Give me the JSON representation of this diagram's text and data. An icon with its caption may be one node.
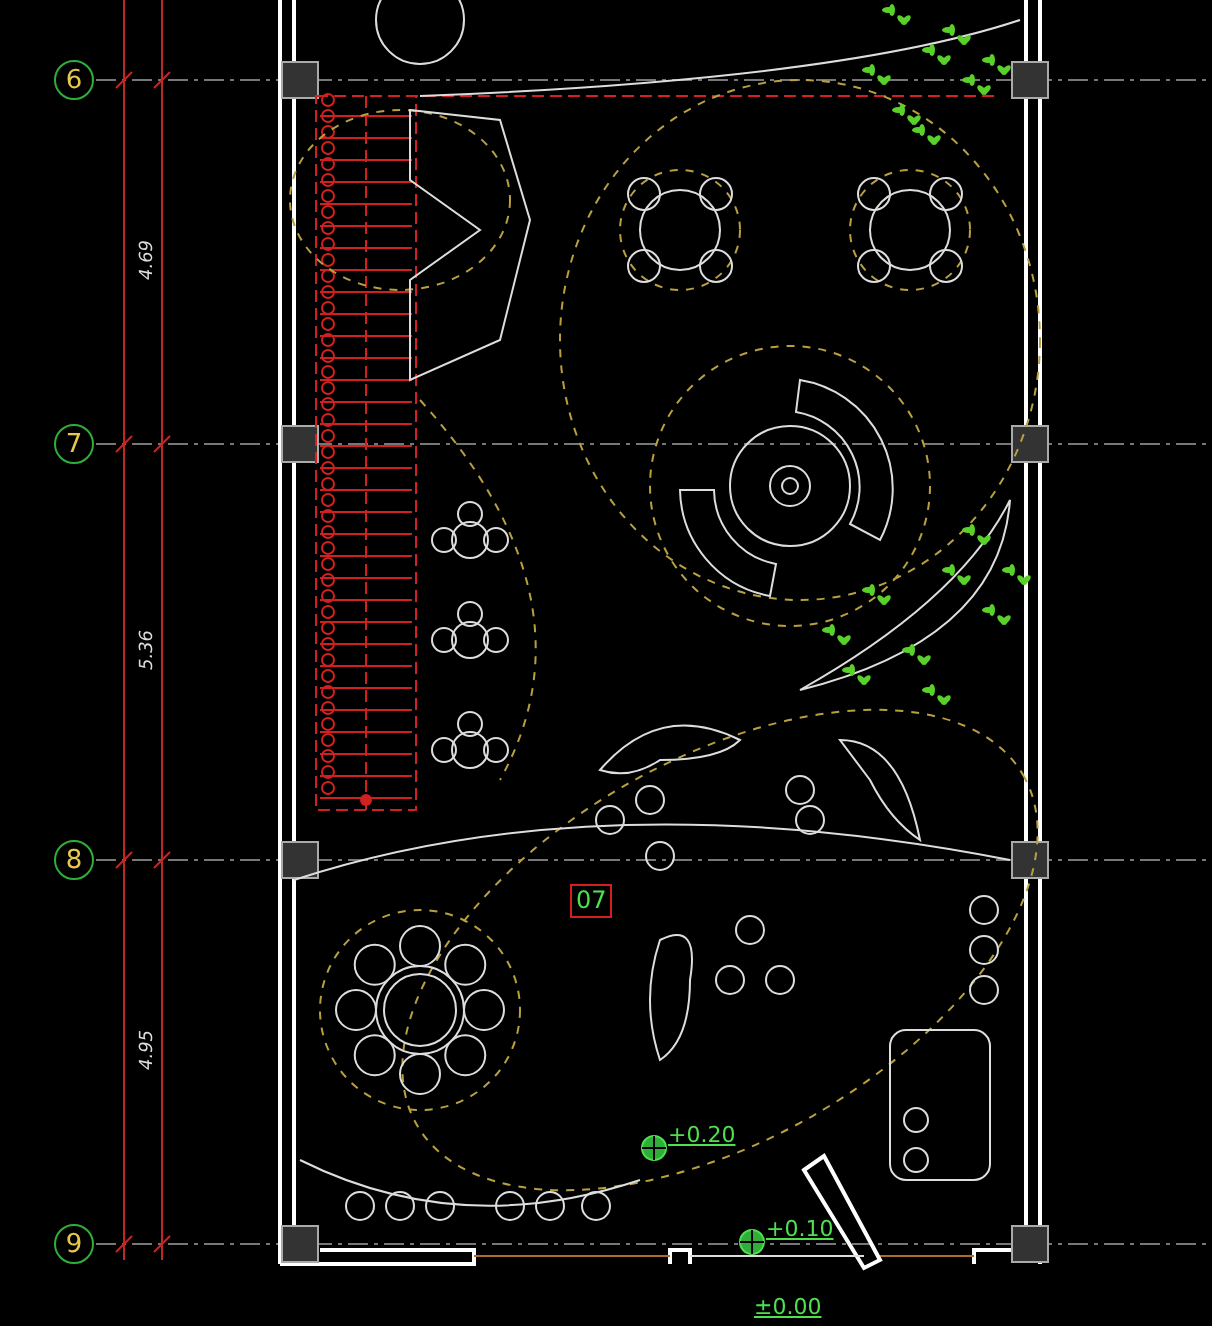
{
  "diagram": {
    "nodes": [
      {
        "text": [
          "6"
        ]
      },
      {
        "text": [
          "7"
        ]
      },
      {
        "text": [
          "8"
        ]
      },
      {
        "text": [
          "9"
        ]
      },
      {
        "text": [
          "07"
        ]
      }
    ],
    "edges": [],
    "labels": [
      "4.69",
      "5.36",
      "4.95",
      "+0.20",
      "+0.10",
      "±0.00"
    ]
  }
}
